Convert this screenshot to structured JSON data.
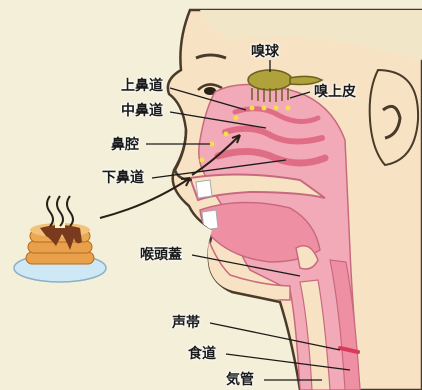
{
  "colors": {
    "background": "#f4efd9",
    "skin": "#f7e3c4",
    "outline": "#4a3a2a",
    "mucosa": "#f2aab8",
    "mucosa_dark": "#e77f95",
    "bulb": "#b0a23a",
    "scent_dot": "#f2e04a",
    "pancake": "#e8a04a",
    "syrup": "#7a3a1e",
    "plate": "#cfe8f5"
  },
  "labels": {
    "olfactory_bulb": "嗅球",
    "olfactory_epithelium": "嗅上皮",
    "superior_meatus": "上鼻道",
    "middle_meatus": "中鼻道",
    "nasal_cavity": "鼻腔",
    "inferior_meatus": "下鼻道",
    "epiglottis": "喉頭蓋",
    "vocal_cords": "声帯",
    "esophagus": "食道",
    "trachea": "気管"
  },
  "icons": [
    "pancake-icon",
    "steam-icon",
    "nose-icon",
    "ear-icon",
    "eye-icon"
  ]
}
